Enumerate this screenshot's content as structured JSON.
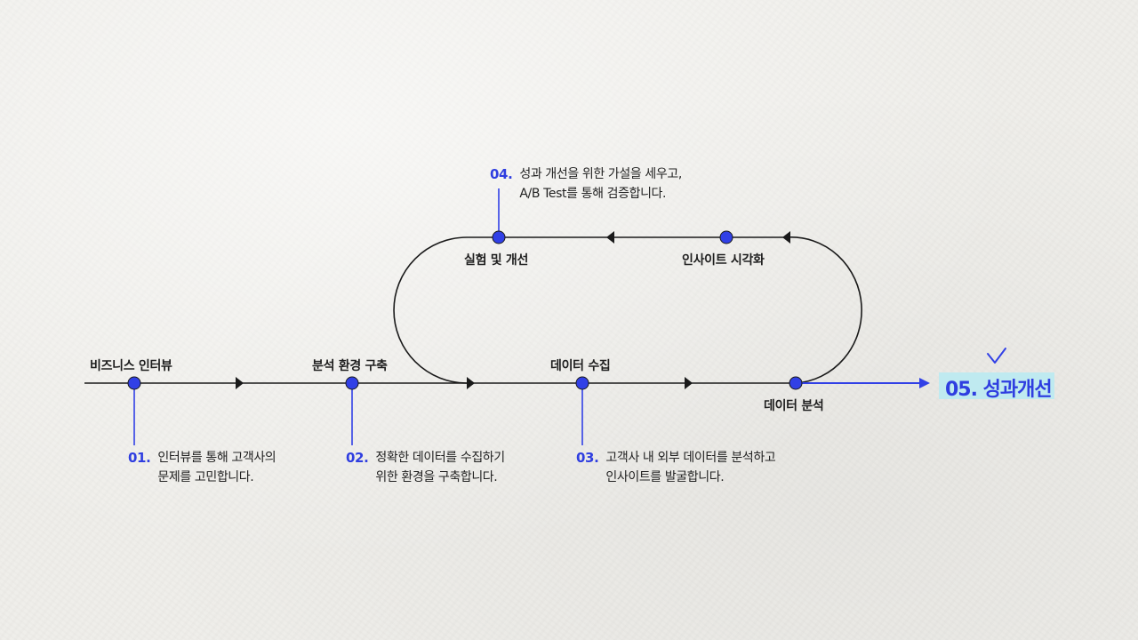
{
  "colors": {
    "accent": "#3140e6",
    "line": "#1a1a1a",
    "highlight": "#bfeaf0",
    "background": "#efeeea"
  },
  "stages": [
    {
      "label": "비즈니스 인터뷰"
    },
    {
      "label": "분석 환경 구축"
    },
    {
      "label": "데이터 수집"
    },
    {
      "label": "데이터 분석"
    },
    {
      "label": "인사이트 시각화"
    },
    {
      "label": "실험 및 개선"
    }
  ],
  "steps": [
    {
      "num": "01.",
      "line1": "인터뷰를 통해 고객사의",
      "line2": "문제를 고민합니다."
    },
    {
      "num": "02.",
      "line1": "정확한 데이터를 수집하기",
      "line2": "위한 환경을 구축합니다."
    },
    {
      "num": "03.",
      "line1": "고객사 내 외부 데이터를 분석하고",
      "line2": "인사이트를 발굴합니다."
    },
    {
      "num": "04.",
      "line1": "성과 개선을 위한 가설을 세우고,",
      "line2": "A/B Test를 통해 검증합니다."
    }
  ],
  "goal": {
    "label": "05. 성과개선",
    "icon": "checkmark-icon"
  }
}
